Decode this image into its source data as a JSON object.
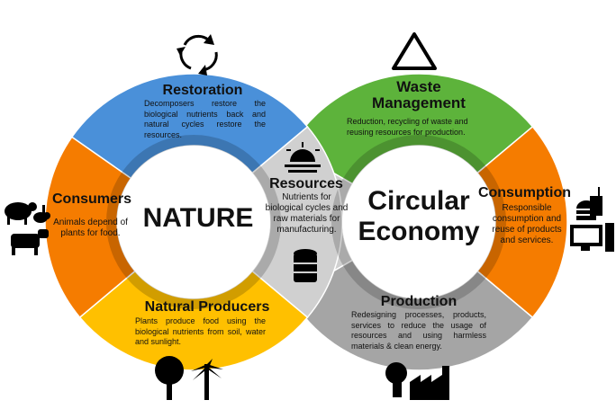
{
  "center_left": "NATURE",
  "center_right": "Circular Economy",
  "center_right_lines": [
    "Circular",
    "Economy"
  ],
  "colors": {
    "blue": "#4a90d9",
    "orange": "#f57c00",
    "yellow": "#ffc000",
    "green": "#5db33b",
    "gray": "#a5a5a5",
    "light_gray": "#d0d0d0"
  },
  "segments": {
    "restoration": {
      "title": "Restoration",
      "text": "Decomposers restore the biological nutrients back and natural cycles restore the resources.",
      "icon": "cycle-arrows-icon"
    },
    "consumers": {
      "title": "Consumers",
      "text": "Animals depend of plants for food.",
      "icon": "animals-icon"
    },
    "natural_producers": {
      "title": "Natural Producers",
      "text": "Plants produce food using the biological nutrients from soil, water and sunlight.",
      "icon": "trees-icon"
    },
    "resources": {
      "title": "Resources",
      "text": "Nutrients for biological cycles and raw materials for manufacturing.",
      "icon": "sunrise-and-database-icon"
    },
    "waste_management": {
      "title": "Waste Management",
      "title_lines": [
        "Waste",
        "Management"
      ],
      "text": "Reduction, recycling of waste and reusing  resources for production.",
      "icon": "recycle-icon"
    },
    "consumption": {
      "title": "Consumption",
      "text": "Responsible consumption and reuse of products and services.",
      "icon": "food-and-computer-icon"
    },
    "production": {
      "title": "Production",
      "text": "Redesigning processes, products, services to reduce the usage of resources and using harmless materials & clean energy.",
      "icon": "factory-icon"
    }
  }
}
